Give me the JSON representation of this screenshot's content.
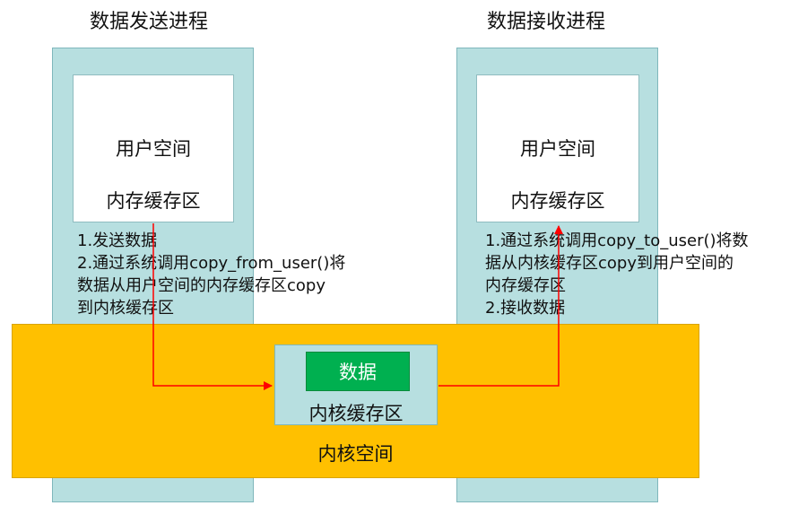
{
  "sender": {
    "title": "数据发送进程",
    "user_space": "用户空间",
    "buffer": "内存缓存区",
    "notes": [
      "1.发送数据",
      "2.通过系统调用copy_from_user()将",
      "数据从用户空间的内存缓存区copy",
      "到内核缓存区"
    ]
  },
  "receiver": {
    "title": "数据接收进程",
    "user_space": "用户空间",
    "buffer": "内存缓存区",
    "notes": [
      "1.通过系统调用copy_to_user()将数",
      "据从内核缓存区copy到用户空间的",
      "内存缓存区",
      "2.接收数据"
    ]
  },
  "kernel": {
    "label": "内核空间",
    "buffer": "内核缓存区",
    "data": "数据"
  },
  "colors": {
    "process": "#b7dfe0",
    "kernel": "#ffc000",
    "data": "#00b050",
    "arrow": "#ff0000"
  }
}
